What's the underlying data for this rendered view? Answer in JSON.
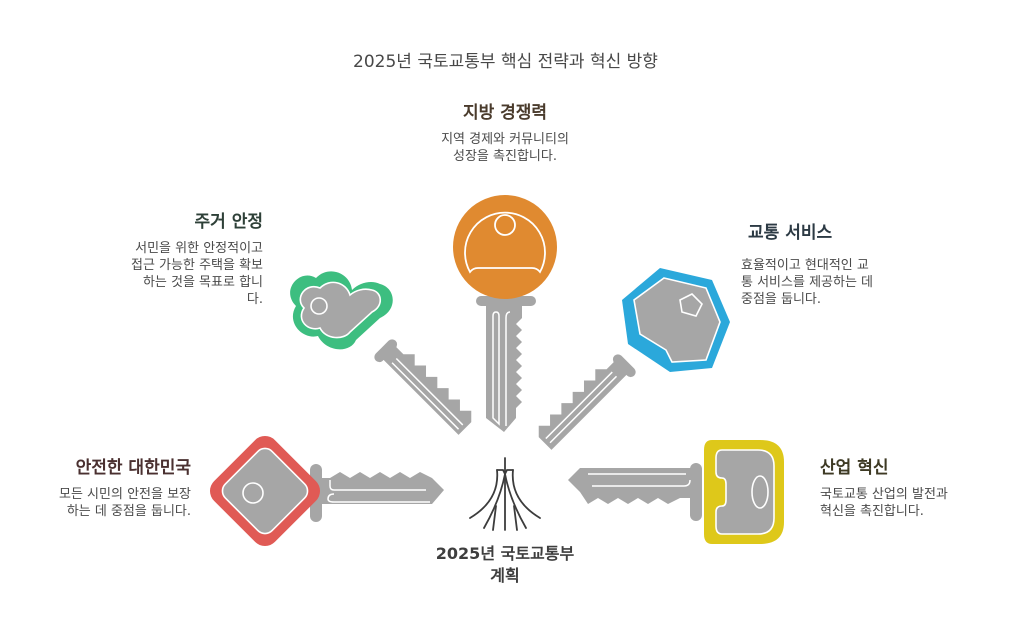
{
  "title": "2025년 국토교통부 핵심 전략과 혁신 방향",
  "center": {
    "label_line1": "2025년 국토교통부",
    "label_line2": "계획",
    "icon": "national-assembly-building-icon"
  },
  "sections": {
    "regional": {
      "heading": "지방 경쟁력",
      "desc_line1": "지역 경제와 커뮤니티의",
      "desc_line2": "성장을 촉진합니다.",
      "color": "#E08A30",
      "heading_color": "#4A3B2C",
      "icon": "round-key-icon"
    },
    "housing": {
      "heading": "주거 안정",
      "desc_line1": "서민을 위한 안정적이고",
      "desc_line2": "접근 가능한 주택을 확보",
      "desc_line3": "하는 것을 목표로 합니",
      "desc_line4": "다.",
      "color": "#3DBE80",
      "heading_color": "#2E4038",
      "icon": "clover-key-icon"
    },
    "transport": {
      "heading": "교통 서비스",
      "desc_line1": "효율적이고 현대적인 교",
      "desc_line2": "통 서비스를 제공하는 데",
      "desc_line3": "중점을 둡니다.",
      "color": "#2BA8DB",
      "heading_color": "#2C3A44",
      "icon": "hexagon-key-icon"
    },
    "safety": {
      "heading": "안전한 대한민국",
      "desc_line1": "모든 시민의 안전을 보장",
      "desc_line2": "하는 데 중점을 둡니다.",
      "color": "#E05A55",
      "heading_color": "#4A3030",
      "icon": "diamond-key-icon"
    },
    "industry": {
      "heading": "산업 혁신",
      "desc_line1": "국토교통 산업의 발전과",
      "desc_line2": "혁신을 촉진합니다.",
      "color": "#DEC81A",
      "heading_color": "#3E3A24",
      "icon": "square-key-icon"
    }
  },
  "key_blade_color": "#A6A6A6"
}
